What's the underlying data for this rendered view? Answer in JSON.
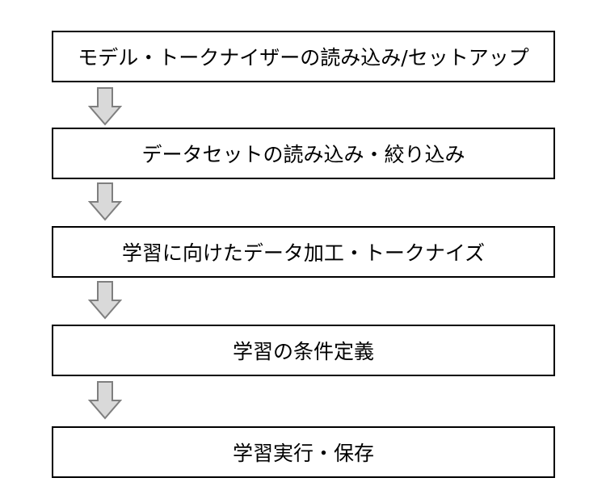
{
  "diagram": {
    "steps": [
      {
        "label": "モデル・トークナイザーの読み込み/セットアップ"
      },
      {
        "label": "データセットの読み込み・絞り込み"
      },
      {
        "label": "学習に向けたデータ加工・トークナイズ"
      },
      {
        "label": "学習の条件定義"
      },
      {
        "label": "学習実行・保存"
      }
    ],
    "colors": {
      "box_border": "#000000",
      "arrow_fill": "#d9d9d9",
      "arrow_stroke": "#7f7f7f"
    }
  }
}
